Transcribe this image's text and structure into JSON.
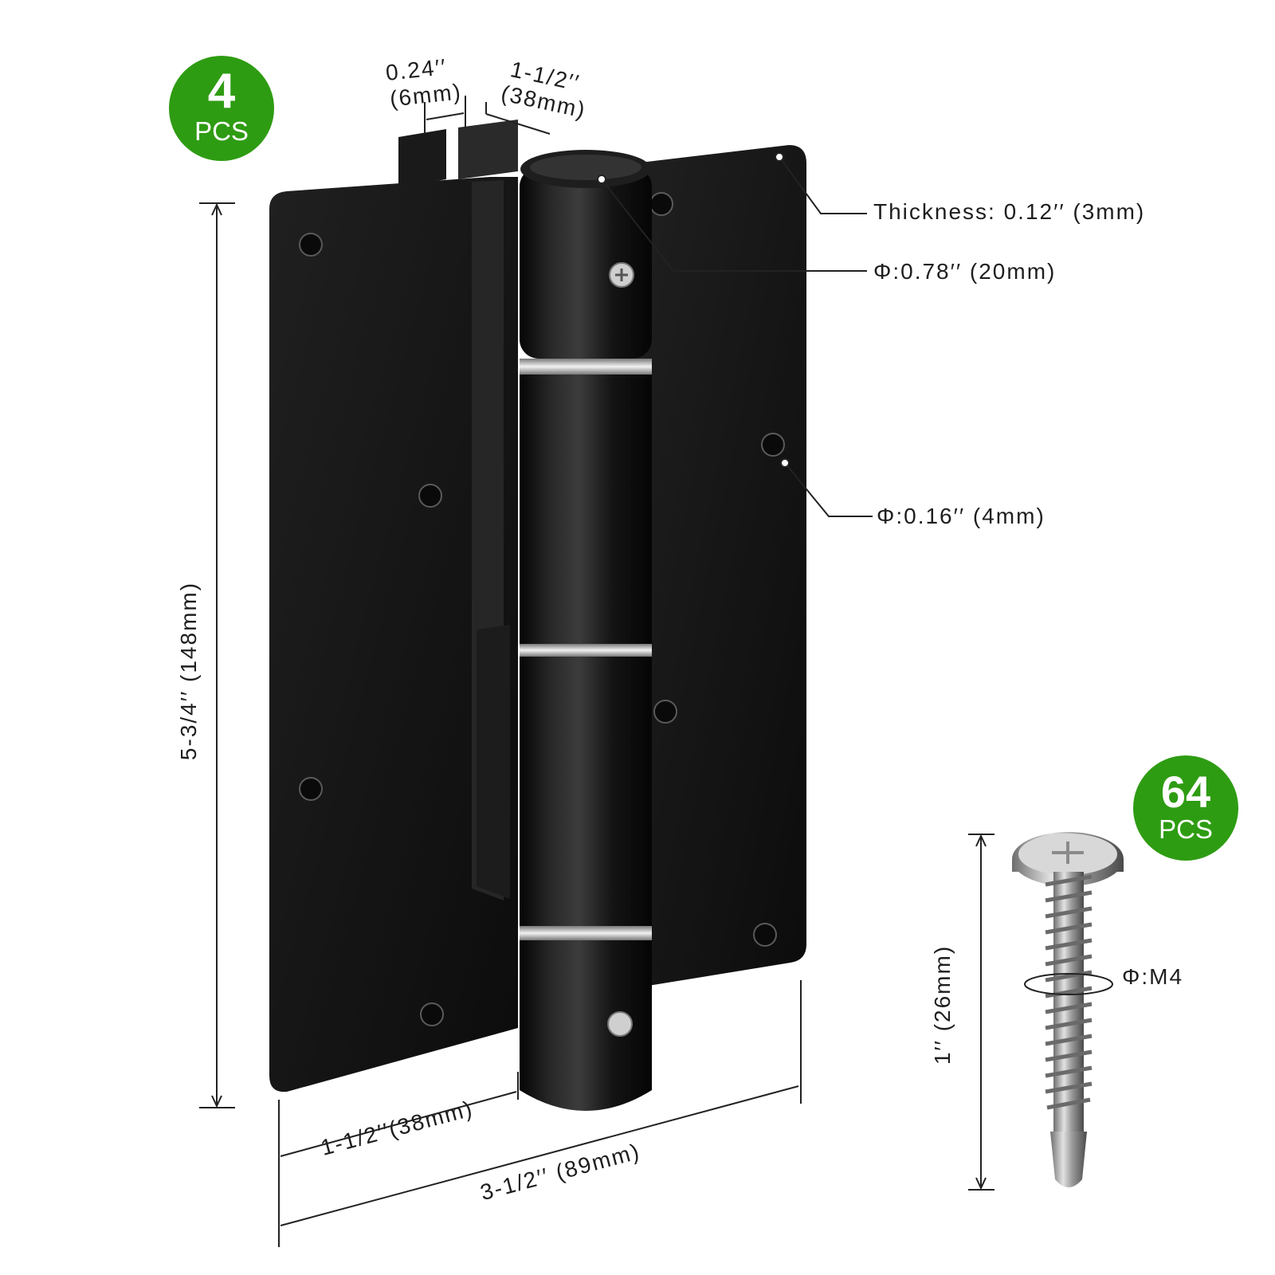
{
  "badges": {
    "hinge": {
      "count": "4",
      "unit": "PCS",
      "color": "#2e9c12"
    },
    "screw": {
      "count": "64",
      "unit": "PCS",
      "color": "#2e9c12"
    }
  },
  "dimensions": {
    "knuckle_gap": {
      "inch": "0.24′′",
      "mm": "(6mm)"
    },
    "knuckle_width": {
      "inch": "1-1/2′′",
      "mm": "(38mm)"
    },
    "thickness": "Thickness: 0.12′′ (3mm)",
    "barrel_diameter": "Φ:0.78′′ (20mm)",
    "hole_diameter": "Φ:0.16′′ (4mm)",
    "height": "5-3/4′′ (148mm)",
    "leaf_width": "1-1/2′′(38mm)",
    "total_width": "3-1/2′′ (89mm)",
    "screw_length": "1′′ (26mm)",
    "screw_thread": "Φ:M4"
  },
  "colors": {
    "hinge": "#121212",
    "screw": "#b8b8b8",
    "badge": "#2e9c12"
  }
}
